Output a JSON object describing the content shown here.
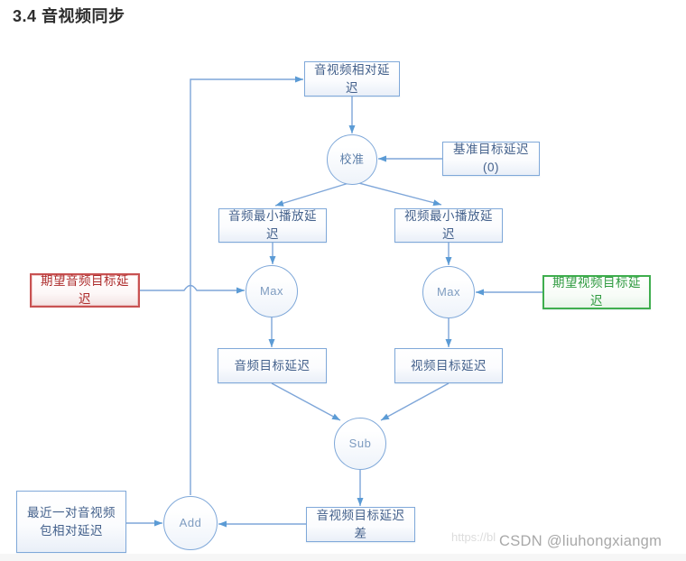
{
  "title": "3.4 音视频同步",
  "colors": {
    "line_blue": "#7ea6d9",
    "arrow_blue": "#5b9bd5",
    "node_border_blue": "#7fa8d9",
    "node_text_blue": "#44618c",
    "red_box_border": "#c85252",
    "red_box_text": "#ad2b2b",
    "green_box_border": "#3fae4e",
    "green_box_text": "#2f9a40"
  },
  "nodes": {
    "av_relative_delay": {
      "label": "音视频相对延迟",
      "shape": "box"
    },
    "calibrate": {
      "label": "校准",
      "shape": "circle"
    },
    "base_target_delay": {
      "label": "基准目标延迟(0)",
      "shape": "box"
    },
    "audio_min_playout_delay": {
      "label": "音频最小播放延迟",
      "shape": "box"
    },
    "video_min_playout_delay": {
      "label": "视频最小播放延迟",
      "shape": "box"
    },
    "expected_audio_target_delay": {
      "label": "期望音频目标延迟",
      "shape": "box-red"
    },
    "expected_video_target_delay": {
      "label": "期望视频目标延迟",
      "shape": "box-green"
    },
    "audio_max": {
      "label": "Max",
      "shape": "circle"
    },
    "video_max": {
      "label": "Max",
      "shape": "circle"
    },
    "audio_target_delay": {
      "label": "音频目标延迟",
      "shape": "box"
    },
    "video_target_delay": {
      "label": "视频目标延迟",
      "shape": "box"
    },
    "sub": {
      "label": "Sub",
      "shape": "circle"
    },
    "add": {
      "label": "Add",
      "shape": "circle"
    },
    "av_target_delay_diff": {
      "label": "音视频目标延迟差",
      "shape": "box"
    },
    "latest_av_packet_relative_delay": {
      "label": "最近一对音视频包相对延迟",
      "shape": "box"
    }
  },
  "edges": [
    "add → av_relative_delay",
    "av_relative_delay → calibrate",
    "base_target_delay → calibrate",
    "calibrate → audio_min_playout_delay",
    "calibrate → video_min_playout_delay",
    "audio_min_playout_delay → audio_max",
    "video_min_playout_delay → video_max",
    "expected_audio_target_delay → audio_max",
    "expected_video_target_delay → video_max",
    "audio_max → audio_target_delay",
    "video_max → video_target_delay",
    "audio_target_delay → sub",
    "video_target_delay → sub",
    "sub → av_target_delay_diff",
    "av_target_delay_diff → add",
    "latest_av_packet_relative_delay → add"
  ],
  "watermark": {
    "url_fragment": "https://bl",
    "text": "CSDN @liuhongxiangm"
  }
}
